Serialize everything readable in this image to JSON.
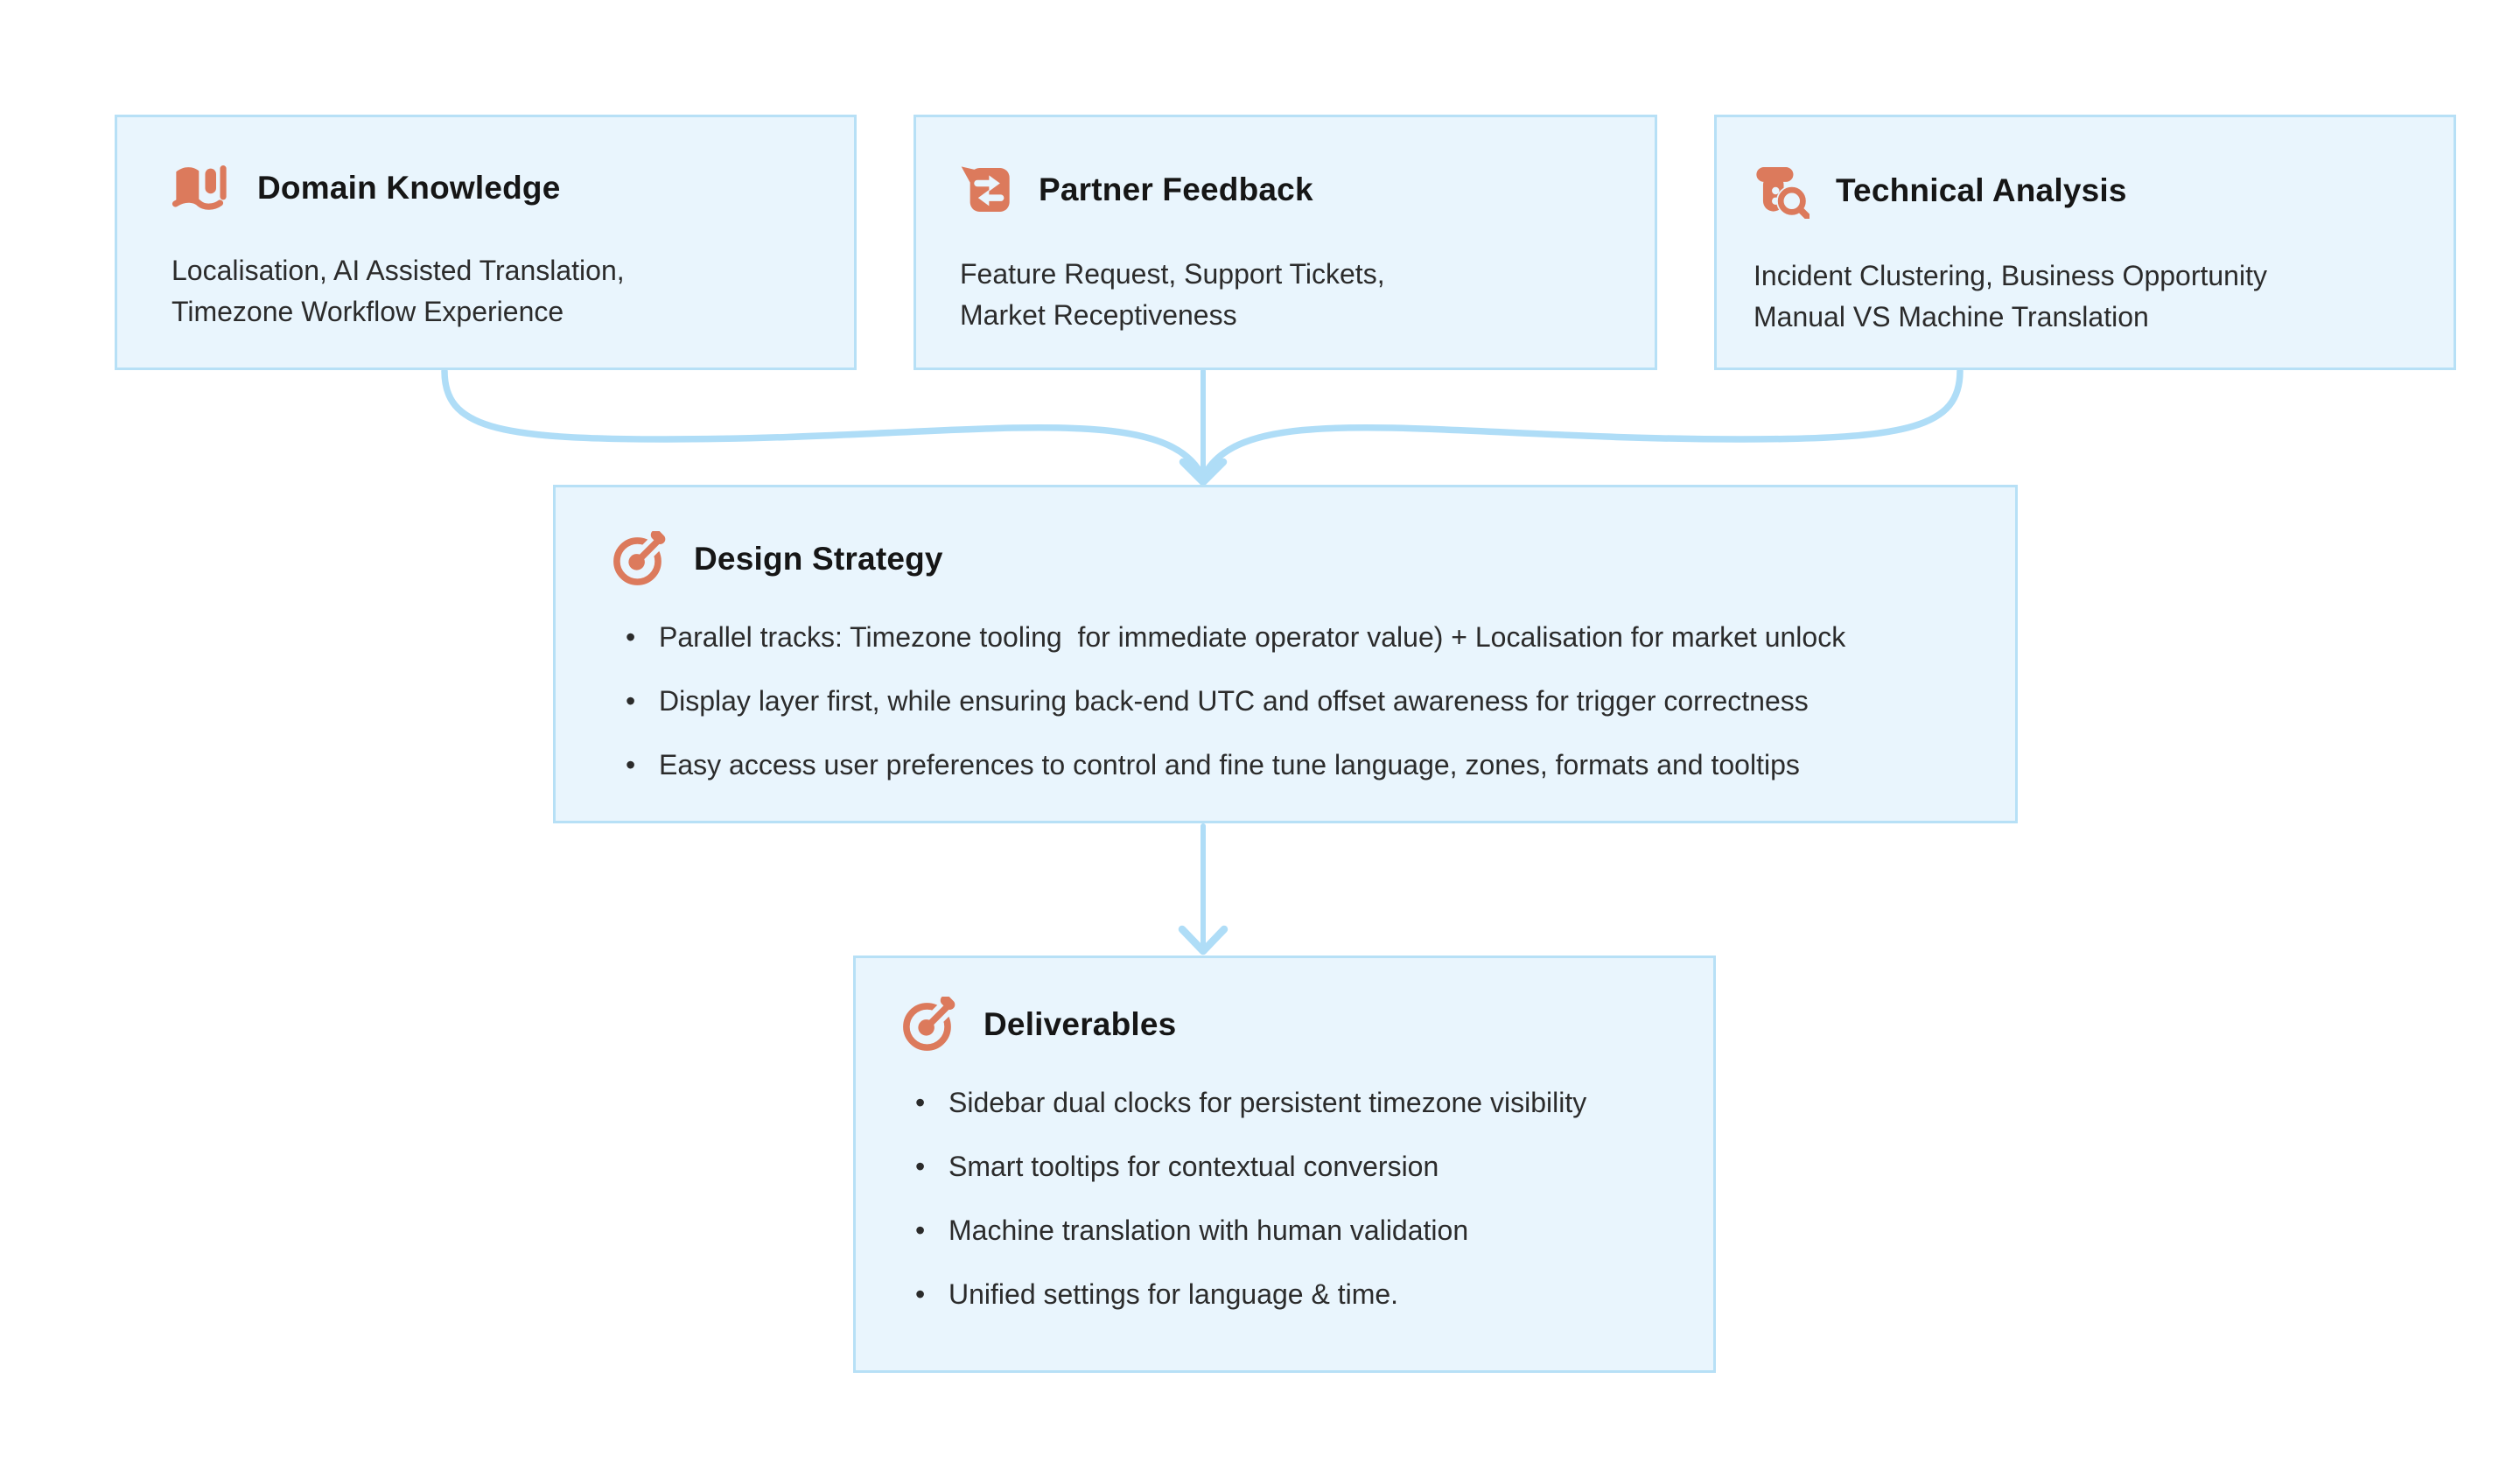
{
  "diagram": {
    "background": "#ffffff",
    "colors": {
      "node_fill": "#E9F5FD",
      "node_border": "#B7E0F6",
      "arrow": "#AFDDF7",
      "icon_accent": "#DC7A5C",
      "title_text": "#161616",
      "body_text": "#2B2B2B"
    },
    "nodes": {
      "domain_knowledge": {
        "title": "Domain Knowledge",
        "icon": "open-book-icon",
        "body": "Localisation, AI Assisted Translation,\nTimezone Workflow Experience"
      },
      "partner_feedback": {
        "title": "Partner Feedback",
        "icon": "chat-exchange-icon",
        "body": "Feature Request, Support Tickets,\nMarket Receptiveness"
      },
      "technical_analysis": {
        "title": "Technical Analysis",
        "icon": "sample-analysis-icon",
        "body": "Incident Clustering, Business Opportunity\nManual VS Machine Translation"
      },
      "design_strategy": {
        "title": "Design Strategy",
        "icon": "target-arrow-icon",
        "bullets": [
          "Parallel tracks: Timezone tooling  for immediate operator value) + Localisation for market unlock",
          "Display layer first, while ensuring back-end UTC and offset awareness for trigger correctness",
          "Easy access user preferences to control and fine tune language, zones, formats and tooltips"
        ]
      },
      "deliverables": {
        "title": "Deliverables",
        "icon": "target-arrow-icon",
        "bullets": [
          "Sidebar dual clocks for persistent timezone visibility",
          "Smart tooltips for contextual conversion",
          "Machine translation with human validation",
          "Unified settings for language & time."
        ]
      }
    },
    "edges": [
      {
        "from": "domain_knowledge",
        "to": "design_strategy"
      },
      {
        "from": "partner_feedback",
        "to": "design_strategy"
      },
      {
        "from": "technical_analysis",
        "to": "design_strategy"
      },
      {
        "from": "design_strategy",
        "to": "deliverables"
      }
    ]
  }
}
